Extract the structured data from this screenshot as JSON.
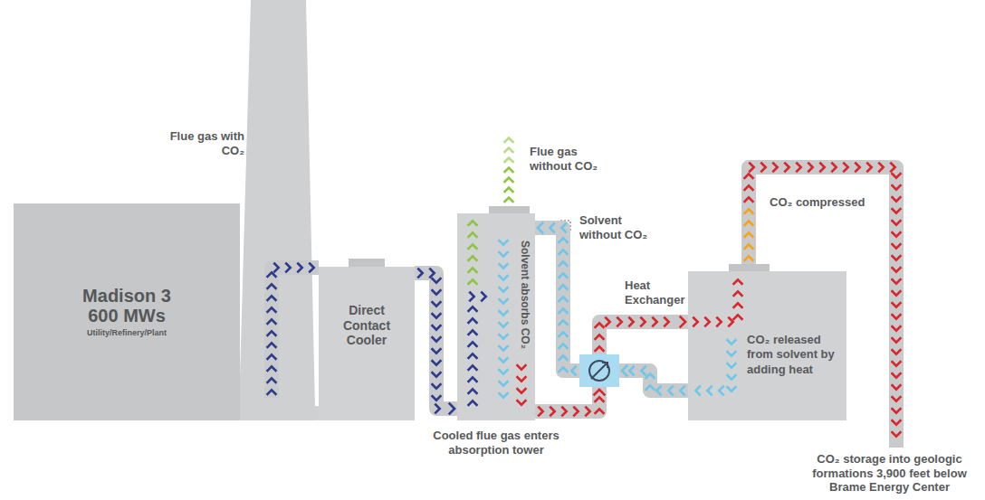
{
  "diagram": {
    "nodes": [
      {
        "text": [
          "Madison 3 600 MWs",
          "Utility/Refinery/Plant"
        ]
      },
      {
        "text": [
          "Direct Contact Cooler"
        ]
      },
      {
        "text": [
          "Solvent absorbs CO₂"
        ]
      },
      {
        "text": [
          "Heat Exchanger"
        ]
      },
      {
        "text": [
          "CO₂ released from solvent by adding heat"
        ]
      }
    ],
    "edges": [
      {
        "from": 1,
        "to": 2,
        "arrow": "to"
      },
      {
        "from": 2,
        "to": 3,
        "arrow": "to"
      },
      {
        "from": 3,
        "to": 4,
        "arrow": "to"
      },
      {
        "from": 4,
        "to": 3,
        "arrow": "to"
      },
      {
        "from": 3,
        "to": 2,
        "label": "Solvent without CO₂",
        "arrow": "to"
      }
    ],
    "labels": [
      "Flue gas with CO₂",
      "Flue gas without CO₂",
      "CO₂ compressed",
      "Cooled flue gas enters absorption tower",
      "CO₂ storage into geologic formations 3,900 feet below Brame Energy Center"
    ]
  }
}
